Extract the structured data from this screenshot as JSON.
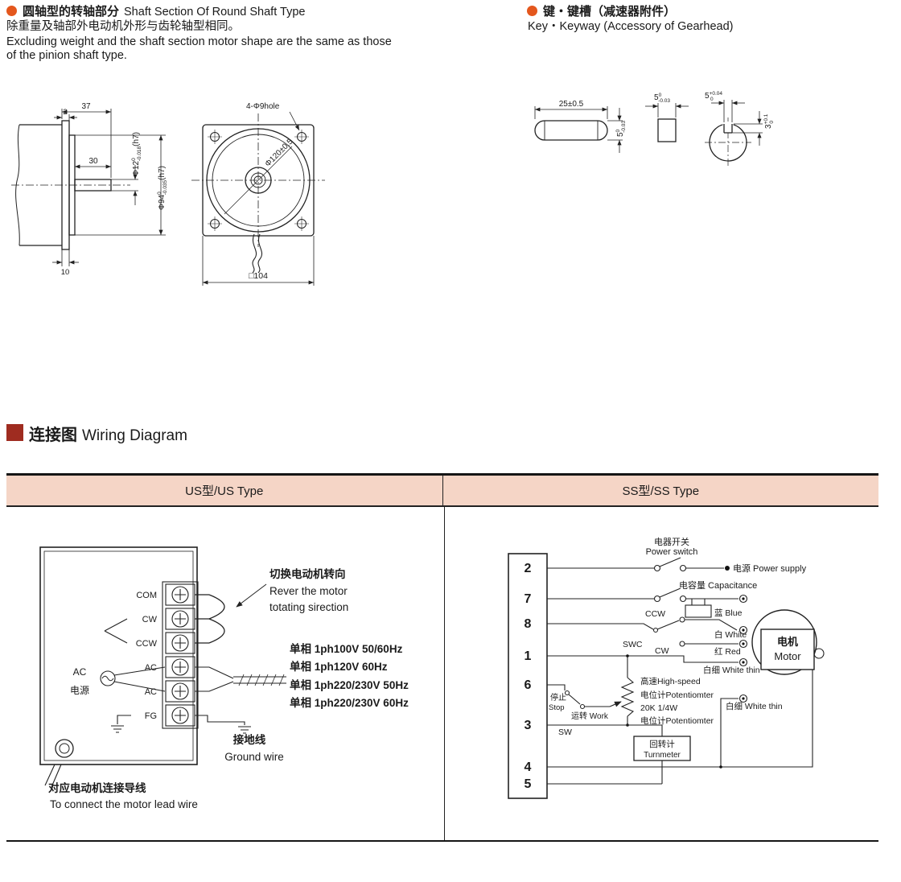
{
  "colors": {
    "bullet_orange": "#e4571d",
    "wiring_square": "#9f2c20",
    "table_header_bg": "#f5d5c6",
    "line_dark": "#1a1a1a"
  },
  "shaft_section": {
    "title_zh": "圆轴型的转轴部分",
    "title_en": "Shaft Section Of Round Shaft Type",
    "desc_zh": "除重量及轴部外电动机外形与齿轮轴型相同。",
    "desc_en1": "Excluding weight and the shaft section motor shape are the same as those",
    "desc_en2": "of the pinion shaft type."
  },
  "key_section": {
    "title_zh": "键・键槽（减速器附件）",
    "subtitle": "Key・Keyway (Accessory of Gearhead)"
  },
  "shaft_drawing": {
    "dim37": "37",
    "dim2": "2",
    "dim30": "30",
    "dim10": "10",
    "phi12": "Φ12",
    "phi12_tol_top": "0",
    "phi12_tol_bot": "-0.018",
    "phi12_fit": "(h7)",
    "phi94": "Φ94",
    "phi94_tol_top": "0",
    "phi94_tol_bot": "-0.035",
    "phi94_fit": "(h7)"
  },
  "flange_drawing": {
    "holes": "4-Φ9hole",
    "circle": "Φ120±0.5",
    "square": "□104"
  },
  "key_drawing": {
    "length": "25±0.5",
    "h_main": "5",
    "h_tol_top": "0",
    "h_tol_bot": "-0.03",
    "w_main": "5",
    "w_tol_top": "0",
    "w_tol_bot": "-0.03",
    "slotw_main": "5",
    "slotw_tol_top": "+0.04",
    "slotw_tol_bot": "0",
    "slotd_main": "3",
    "slotd_tol_top": "+0.1",
    "slotd_tol_bot": "0"
  },
  "wiring": {
    "title_zh": "连接图",
    "title_en": "Wiring Diagram",
    "us_header": "US型/US Type",
    "ss_header": "SS型/SS Type"
  },
  "us": {
    "terminals": [
      "COM",
      "CW",
      "CCW",
      "AC",
      "AC",
      "FG"
    ],
    "source_line1": "AC",
    "source_line2": "电源",
    "note_zh": "切换电动机转向",
    "note_en1": "Rever the motor",
    "note_en2": "totating sirection",
    "volt1": "单相 1ph100V  50/60Hz",
    "volt2": "单相 1ph120V  60Hz",
    "volt3": "单相 1ph220/230V  50Hz",
    "volt4": "单相 1ph220/230V  60Hz",
    "ground_zh": "接地线",
    "ground_en": "Ground wire",
    "lead_zh": "对应电动机连接导线",
    "lead_en": "To connect the motor lead wire"
  },
  "ss": {
    "terminals": [
      "2",
      "7",
      "8",
      "1",
      "6",
      "3",
      "4",
      "5"
    ],
    "power_switch_zh": "电器开关",
    "power_switch_en": "Power switch",
    "power_supply": "电源 Power supply",
    "capacitance": "电容量 Capacitance",
    "ccw": "CCW",
    "cw": "CW",
    "swc": "SWC",
    "wire_blue": "蓝 Blue",
    "wire_white": "白 White",
    "wire_red": "红 Red",
    "wire_white_thin1": "白细 White thin",
    "wire_white_thin2": "白细 White thin",
    "motor_zh": "电机",
    "motor_en": "Motor",
    "stop_zh": "停止",
    "stop_en": "Stop",
    "work": "运转 Work",
    "sw": "SW",
    "pot_line1": "高速High-speed",
    "pot_line2": "电位计Potentiomter",
    "pot_line3": "20K  1/4W",
    "pot_line4": "电位计Potentiomter",
    "turnmeter_zh": "回转计",
    "turnmeter_en": "Turnmeter"
  }
}
